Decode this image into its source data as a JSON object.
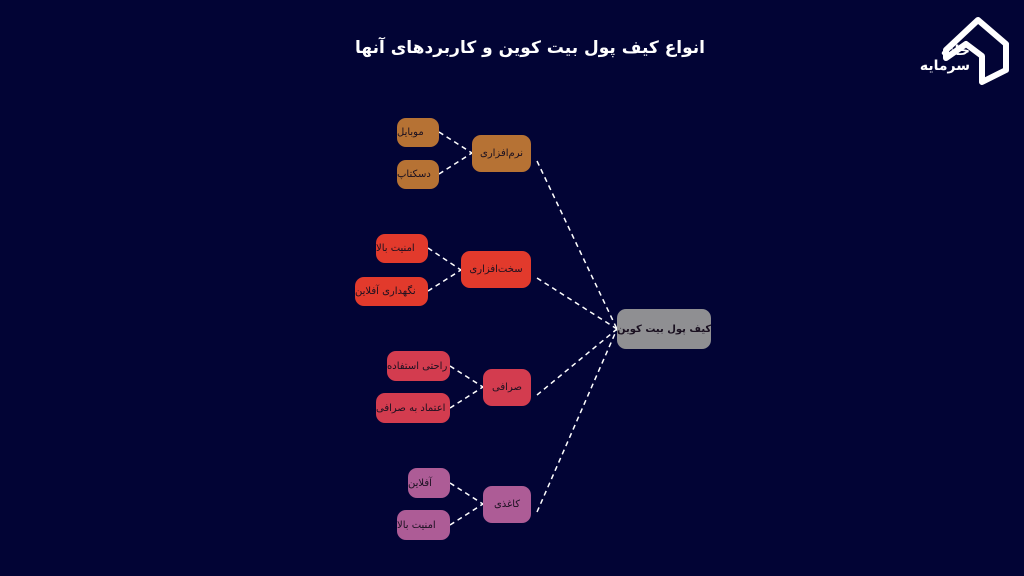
{
  "title": "انواع کیف پول بیت کوین و کاربردهای آنها",
  "logo": {
    "line1": "خانه",
    "line2": "سرمایه"
  },
  "root": {
    "label": "کیف پول بیت کوین",
    "color": "#8f8f92"
  },
  "categories": [
    {
      "label": "نرم‌افزاری",
      "color": "#b67234",
      "children": [
        {
          "label": "موبایل"
        },
        {
          "label": "دسکتاپ"
        }
      ]
    },
    {
      "label": "سخت‌افزاری",
      "color": "#e23a2c",
      "children": [
        {
          "label": "امنیت بالا"
        },
        {
          "label": "نگهداری آفلاین"
        }
      ]
    },
    {
      "label": "صرافی",
      "color": "#d33c4f",
      "children": [
        {
          "label": "راحتی استفاده"
        },
        {
          "label": "اعتماد به صرافی"
        }
      ]
    },
    {
      "label": "کاغذی",
      "color": "#ad5c96",
      "children": [
        {
          "label": "آفلاین"
        },
        {
          "label": "امنیت بالا"
        }
      ]
    }
  ]
}
